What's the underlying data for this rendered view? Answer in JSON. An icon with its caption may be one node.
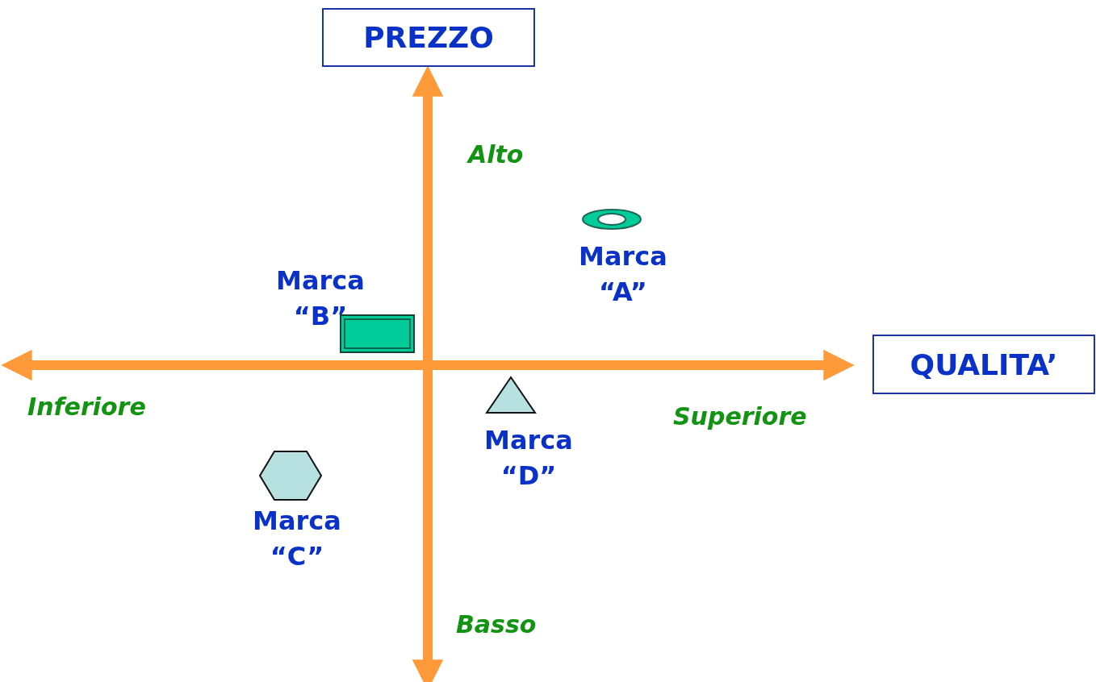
{
  "diagram": {
    "nodes": [
      {
        "text": [
          "PREZZO"
        ]
      },
      {
        "text": [
          "QUALITA’"
        ]
      },
      {
        "text": [],
        "shape": "ring",
        "beside": [
          "Marca “A”"
        ]
      },
      {
        "text": [],
        "shape": "box",
        "beside": [
          "Marca “B”"
        ]
      },
      {
        "text": [],
        "shape": "hexagon",
        "beside": [
          "Marca “C”"
        ]
      },
      {
        "text": [],
        "shape": "triangle",
        "beside": [
          "Marca “D”"
        ]
      }
    ],
    "edges": [],
    "labels": [
      "Alto",
      "Inferiore",
      "Superiore",
      "Basso"
    ]
  }
}
